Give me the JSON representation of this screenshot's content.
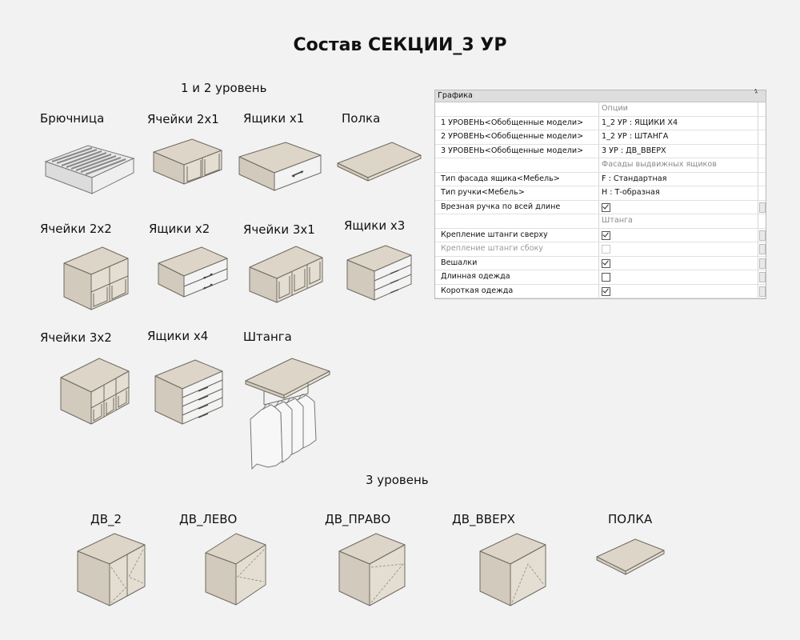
{
  "title": "Состав СЕКЦИИ_3 УР",
  "levels": {
    "l12": "1 и 2 уровень",
    "l3": "3 уровень"
  },
  "items": {
    "bryuchnitsa": "Брючница",
    "yacheiki_2x1": "Ячейки 2х1",
    "yashchiki_x1": "Ящики х1",
    "polka": "Полка",
    "yacheiki_2x2": "Ячейки 2х2",
    "yashchiki_x2": "Ящики х2",
    "yacheiki_3x1": "Ячейки 3х1",
    "yashchiki_x3": "Ящики х3",
    "yacheiki_3x2": "Ячейки 3х2",
    "yashchiki_x4": "Ящики х4",
    "shtanga": "Штанга"
  },
  "level3": {
    "dv_2": "ДВ_2",
    "dv_levo": "ДВ_ЛЕВО",
    "dv_pravo": "ДВ_ПРАВО",
    "dv_vverkh": "ДВ_ВВЕРХ",
    "polka": "ПОЛКА"
  },
  "colors": {
    "panel_bg": "#d9d1c4",
    "page_bg": "#f2f2f2"
  },
  "panel": {
    "header": "Графика",
    "collapse_icon": "chevron-up-double-icon",
    "rows": [
      {
        "label": "",
        "value": "Опции",
        "type": "group"
      },
      {
        "label": "1 УРОВЕНЬ<Обобщенные модели>",
        "value": "1_2 УР : ЯЩИКИ Х4",
        "type": "text"
      },
      {
        "label": "2 УРОВЕНЬ<Обобщенные модели>",
        "value": "1_2 УР : ШТАНГА",
        "type": "text"
      },
      {
        "label": "3 УРОВЕНЬ<Обобщенные модели>",
        "value": "3 УР : ДВ_ВВЕРХ",
        "type": "text"
      },
      {
        "label": "",
        "value": "Фасады выдвижных ящиков",
        "type": "group"
      },
      {
        "label": "Тип фасада ящика<Мебель>",
        "value": "F : Стандартная",
        "type": "text"
      },
      {
        "label": "Тип ручки<Мебель>",
        "value": "Н : Т-образная",
        "type": "text"
      },
      {
        "label": "Врезная ручка по всей длине",
        "checked": true,
        "type": "check"
      },
      {
        "label": "",
        "value": "Штанга",
        "type": "group"
      },
      {
        "label": "Крепление штанги сверху",
        "checked": true,
        "type": "check"
      },
      {
        "label": "Крепление штанги сбоку",
        "checked": false,
        "type": "check-disabled"
      },
      {
        "label": "Вешалки",
        "checked": true,
        "type": "check"
      },
      {
        "label": "Длинная одежда",
        "checked": false,
        "type": "check"
      },
      {
        "label": "Короткая одежда",
        "checked": true,
        "type": "check"
      }
    ]
  }
}
